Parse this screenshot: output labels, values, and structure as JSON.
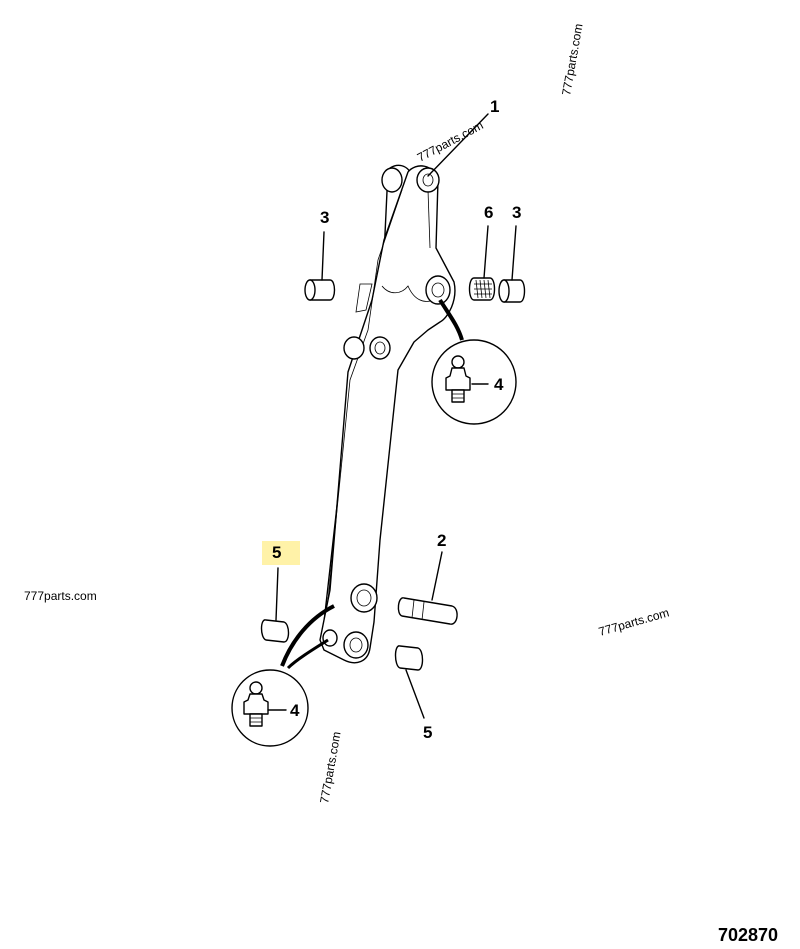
{
  "callouts": {
    "c1": "1",
    "c2": "2",
    "c3a": "3",
    "c3b": "3",
    "c4a": "4",
    "c4b": "4",
    "c5a": "5",
    "c5b": "5",
    "c6": "6"
  },
  "highlight_color": "#fff2a8",
  "watermarks": {
    "w1": "777parts.com",
    "w2": "777parts.com",
    "w3": "777parts.com",
    "w4": "777parts.com",
    "w5": "777parts.com"
  },
  "figure_number": "702870"
}
